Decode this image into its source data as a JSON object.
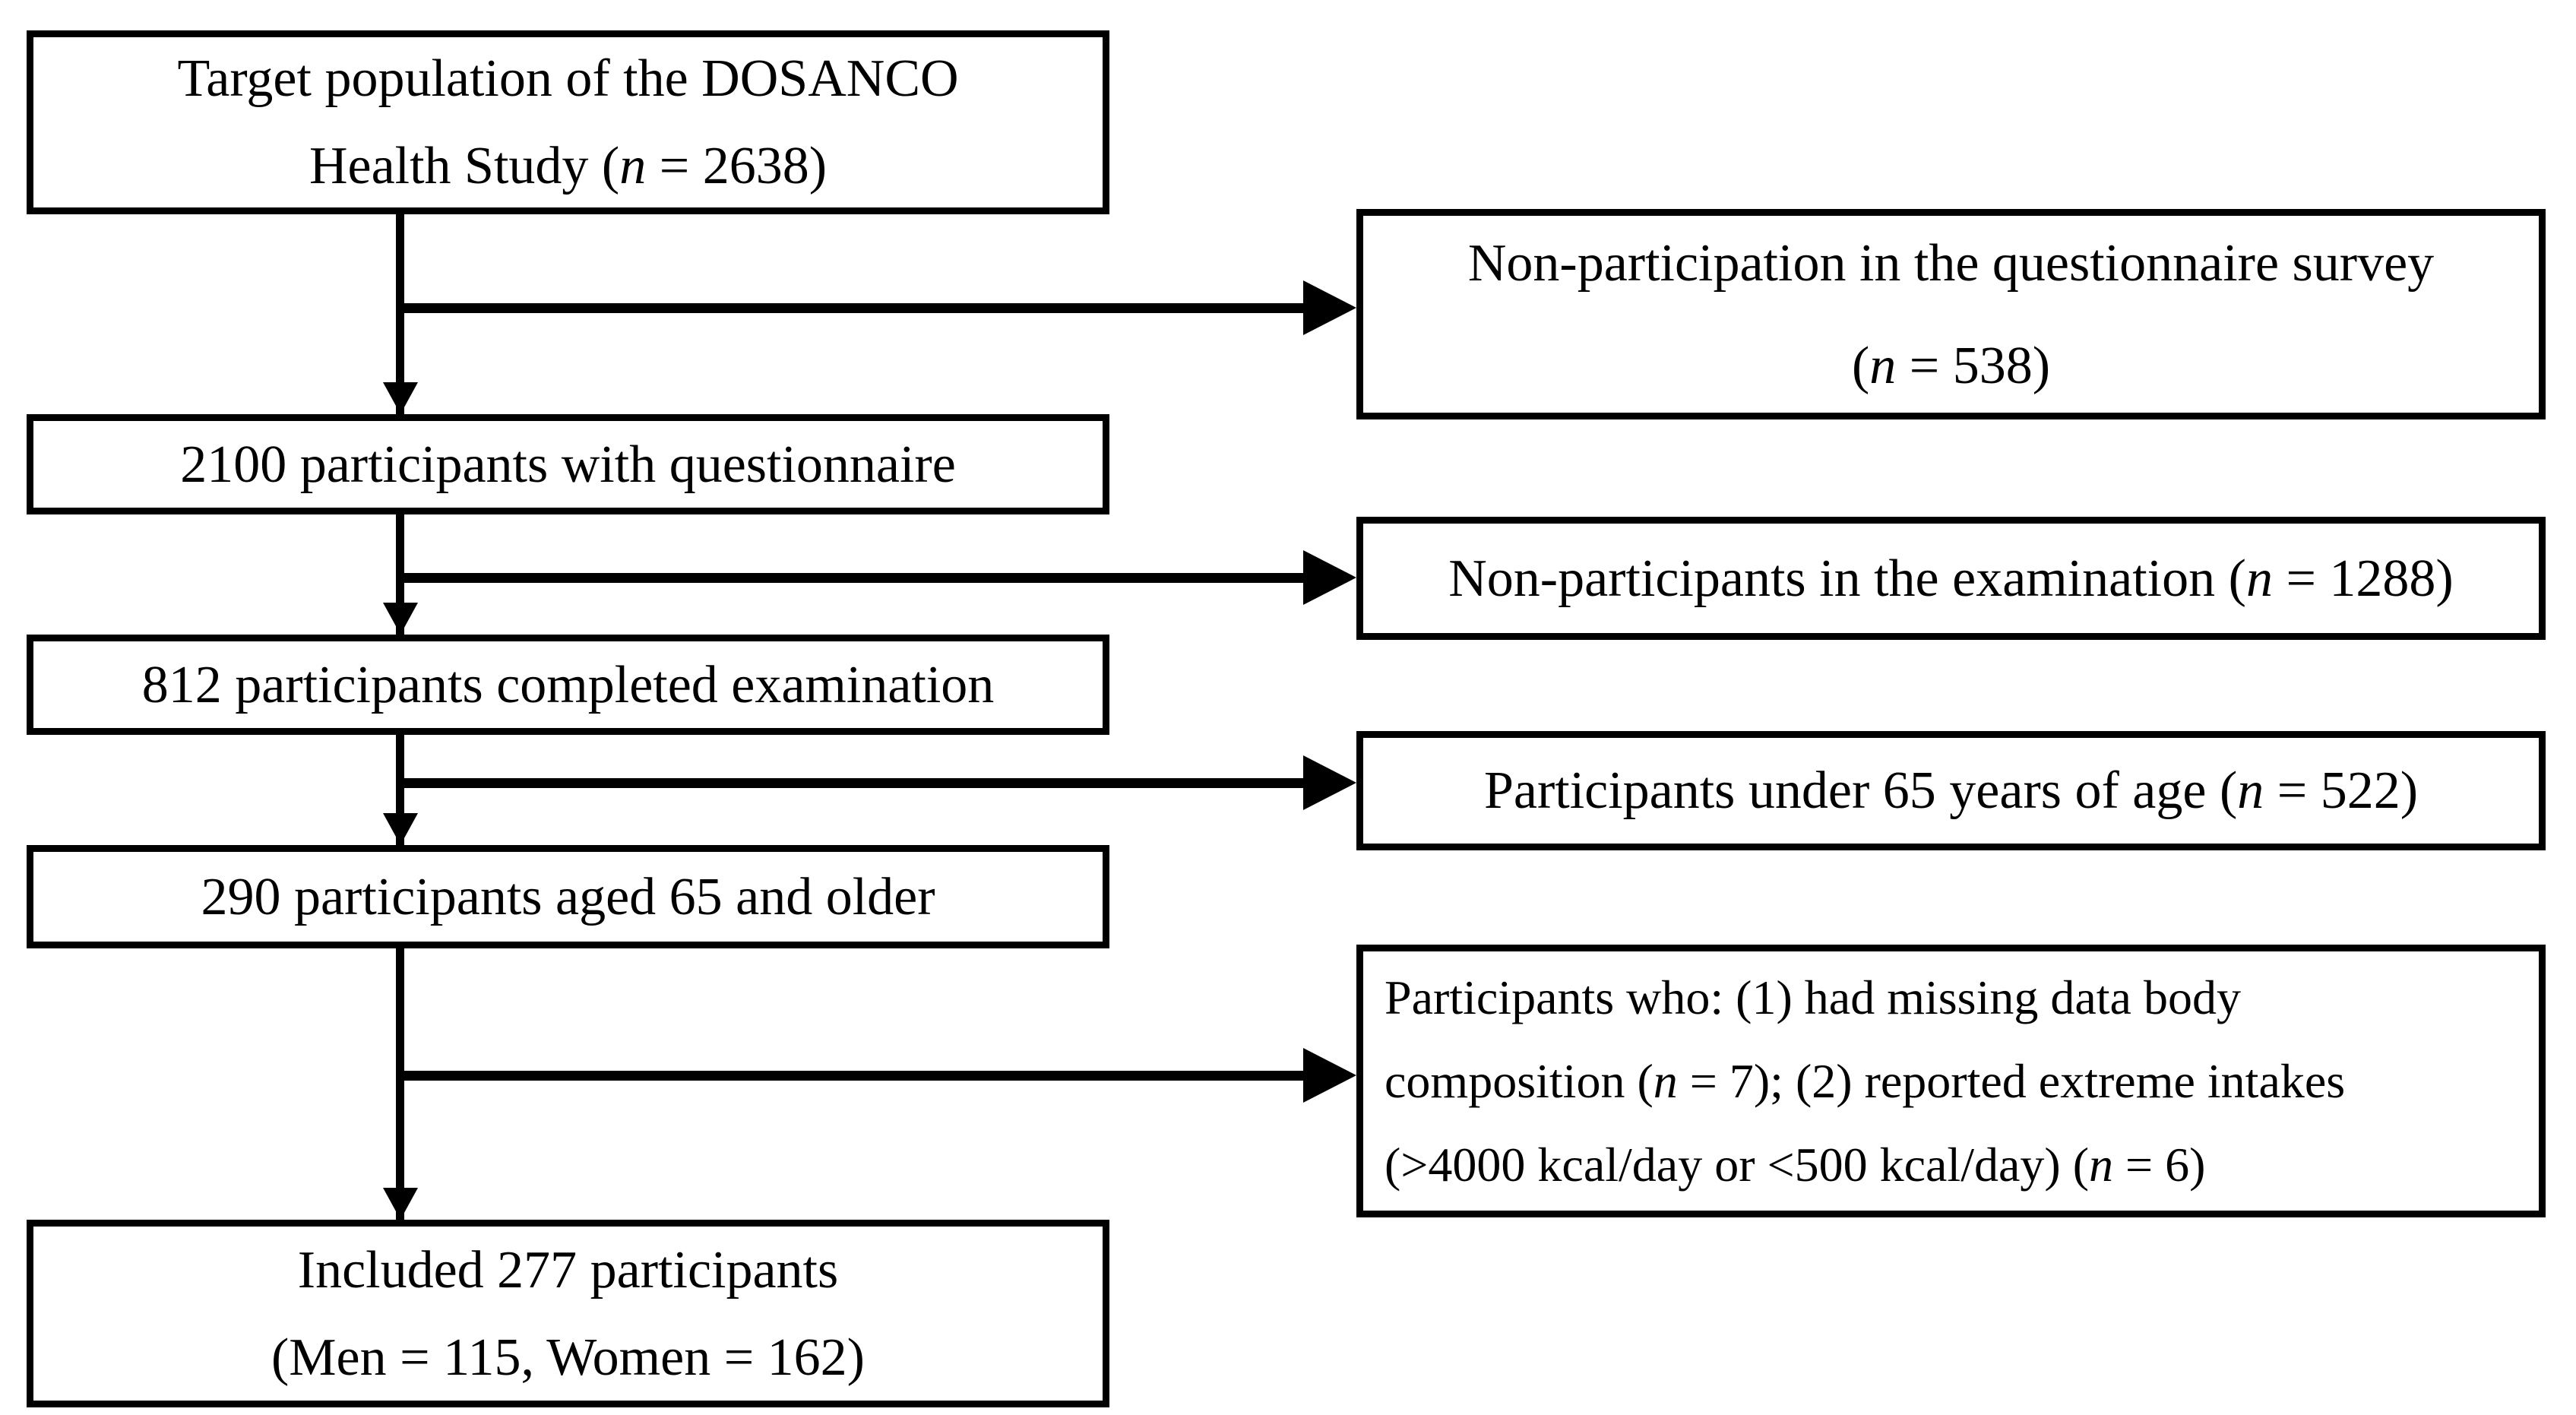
{
  "flow": {
    "main": [
      {
        "name": "target-population",
        "lines": [
          {
            "text": "Target population of the DOSANCO"
          },
          {
            "pre": "Health Study (",
            "n": "n",
            "post": " = 2638)"
          }
        ]
      },
      {
        "name": "questionnaire-participants",
        "lines": [
          {
            "text": "2100 participants with questionnaire"
          }
        ]
      },
      {
        "name": "examination-completed",
        "lines": [
          {
            "text": "812 participants completed examination"
          }
        ]
      },
      {
        "name": "aged-65-and-older",
        "lines": [
          {
            "text": "290 participants aged 65 and older"
          }
        ]
      },
      {
        "name": "included",
        "lines": [
          {
            "text": "Included 277 participants"
          },
          {
            "text": "(Men = 115, Women = 162)"
          }
        ]
      }
    ],
    "exclusions": [
      {
        "name": "non-participation-questionnaire",
        "lines": [
          {
            "text": "Non-participation in the questionnaire survey"
          },
          {
            "pre": "(",
            "n": "n",
            "post": " = 538)"
          }
        ]
      },
      {
        "name": "non-participants-examination",
        "lines": [
          {
            "pre": "Non-participants in the examination (",
            "n": "n",
            "post": " = 1288)"
          }
        ]
      },
      {
        "name": "under-65",
        "lines": [
          {
            "pre": "Participants under 65 years of age (",
            "n": "n",
            "post": " = 522)"
          }
        ]
      },
      {
        "name": "missing-data-extreme-intakes",
        "lines": [
          {
            "text": "Participants who: (1) had missing data body"
          },
          {
            "pre": "composition (",
            "n": "n",
            "post": " = 7); (2) reported extreme intakes"
          },
          {
            "pre": "(>4000 kcal/day or <500 kcal/day) (",
            "n": "n",
            "post": " = 6)"
          }
        ]
      }
    ]
  },
  "counts": {
    "target_population": 2638,
    "non_participation_questionnaire": 538,
    "with_questionnaire": 2100,
    "non_participants_examination": 1288,
    "completed_examination": 812,
    "under_65": 522,
    "aged_65_and_older": 290,
    "missing_body_composition": 7,
    "extreme_intakes": 6,
    "included": 277,
    "included_men": 115,
    "included_women": 162
  },
  "colors": {
    "line": "#000000",
    "background": "#ffffff"
  }
}
